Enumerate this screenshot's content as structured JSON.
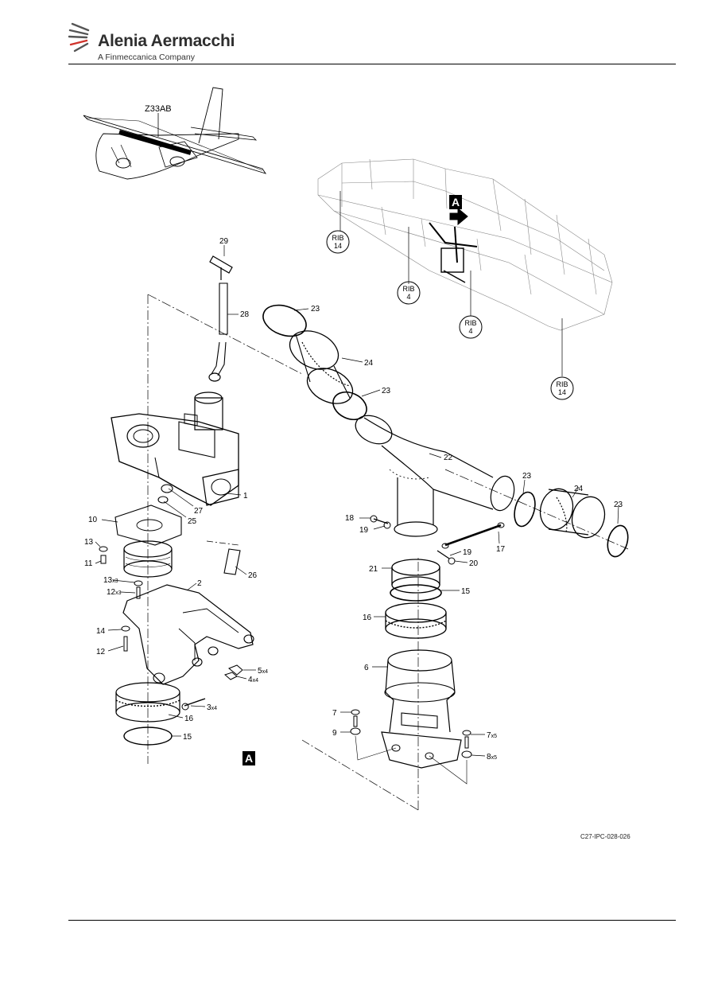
{
  "header": {
    "company_name": "Alenia Aermacchi",
    "company_subtitle": "A Finmeccanica Company"
  },
  "figure": {
    "zone_label": "Z33AB",
    "view_marker": "A",
    "figure_reference": "C27-IPC-028-026",
    "rib_labels": [
      {
        "line1": "RIB",
        "line2": "14"
      },
      {
        "line1": "RIB",
        "line2": "4"
      },
      {
        "line1": "RIB",
        "line2": "4"
      },
      {
        "line1": "RIB",
        "line2": "14"
      }
    ],
    "callouts": [
      {
        "num": "29",
        "qty": ""
      },
      {
        "num": "28",
        "qty": ""
      },
      {
        "num": "23",
        "qty": ""
      },
      {
        "num": "24",
        "qty": ""
      },
      {
        "num": "23",
        "qty": ""
      },
      {
        "num": "22",
        "qty": ""
      },
      {
        "num": "1",
        "qty": ""
      },
      {
        "num": "27",
        "qty": ""
      },
      {
        "num": "25",
        "qty": ""
      },
      {
        "num": "10",
        "qty": ""
      },
      {
        "num": "13",
        "qty": ""
      },
      {
        "num": "11",
        "qty": ""
      },
      {
        "num": "26",
        "qty": ""
      },
      {
        "num": "2",
        "qty": ""
      },
      {
        "num": "13",
        "qty": "x3"
      },
      {
        "num": "12",
        "qty": "x3"
      },
      {
        "num": "14",
        "qty": ""
      },
      {
        "num": "12",
        "qty": ""
      },
      {
        "num": "5",
        "qty": "x4"
      },
      {
        "num": "4",
        "qty": "x4"
      },
      {
        "num": "3",
        "qty": "x4"
      },
      {
        "num": "16",
        "qty": ""
      },
      {
        "num": "15",
        "qty": ""
      },
      {
        "num": "23",
        "qty": ""
      },
      {
        "num": "24",
        "qty": ""
      },
      {
        "num": "23",
        "qty": ""
      },
      {
        "num": "18",
        "qty": ""
      },
      {
        "num": "19",
        "qty": ""
      },
      {
        "num": "17",
        "qty": ""
      },
      {
        "num": "19",
        "qty": ""
      },
      {
        "num": "20",
        "qty": ""
      },
      {
        "num": "21",
        "qty": ""
      },
      {
        "num": "15",
        "qty": ""
      },
      {
        "num": "16",
        "qty": ""
      },
      {
        "num": "6",
        "qty": ""
      },
      {
        "num": "7",
        "qty": ""
      },
      {
        "num": "9",
        "qty": ""
      },
      {
        "num": "7",
        "qty": "x5"
      },
      {
        "num": "8",
        "qty": "x5"
      }
    ]
  }
}
